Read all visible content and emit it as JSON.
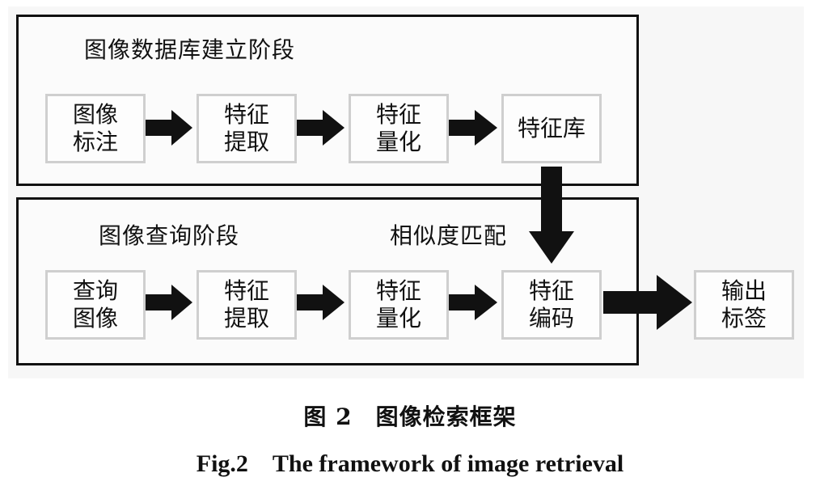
{
  "stage_build": {
    "title": "图像数据库建立阶段",
    "nodes": [
      "图像\n标注",
      "特征\n提取",
      "特征\n量化",
      "特征库"
    ]
  },
  "stage_query": {
    "title": "图像查询阶段",
    "match_label": "相似度匹配",
    "nodes": [
      "查询\n图像",
      "特征\n提取",
      "特征\n量化",
      "特征\n编码"
    ]
  },
  "output": {
    "label": "输出\n标签"
  },
  "caption": {
    "cn": "图 2　图像检索框架",
    "en": "Fig.2　The framework of image retrieval"
  }
}
